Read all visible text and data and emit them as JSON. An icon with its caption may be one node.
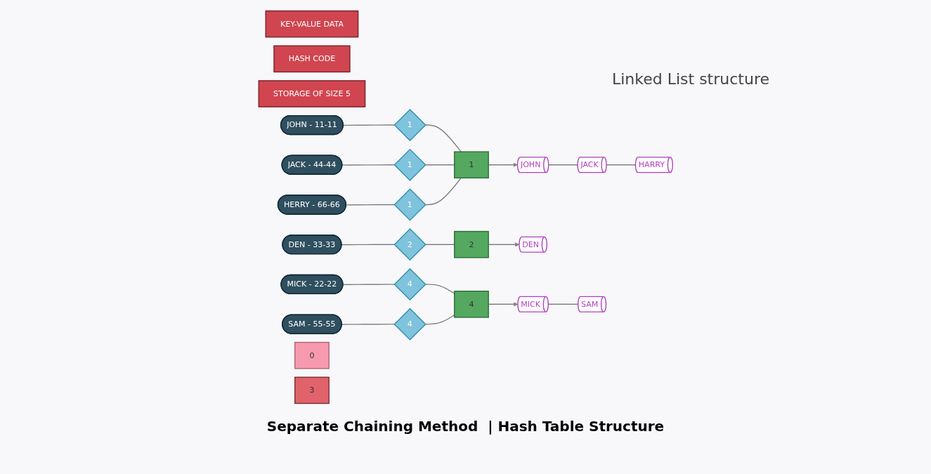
{
  "diagram": {
    "caption": "Separate Chaining Method  | Hash Table Structure",
    "nodes": [
      {
        "text": [
          "KEY-VALUE DATA"
        ]
      },
      {
        "text": [
          "HASH CODE"
        ]
      },
      {
        "text": [
          "STORAGE OF SIZE 5"
        ]
      },
      {
        "text": [
          "JOHN - 11-11"
        ]
      },
      {
        "text": [
          "MICK - 22-22"
        ]
      },
      {
        "text": [
          "DEN - 33-33"
        ]
      },
      {
        "text": [
          "JACK - 44-44"
        ]
      },
      {
        "text": [
          "SAM - 55-55"
        ]
      },
      {
        "text": [
          "HERRY - 66-66"
        ]
      },
      {
        "text": [
          "1"
        ]
      },
      {
        "text": [
          "4"
        ]
      },
      {
        "text": [
          "2"
        ]
      },
      {
        "text": [
          "1"
        ]
      },
      {
        "text": [
          "4"
        ]
      },
      {
        "text": [
          "1"
        ]
      },
      {
        "text": [
          "0"
        ]
      },
      {
        "text": [
          "1"
        ]
      },
      {
        "text": [
          "2"
        ]
      },
      {
        "text": [
          "3"
        ]
      },
      {
        "text": [
          "4"
        ]
      },
      {
        "text": [
          "JOHN"
        ]
      },
      {
        "text": [
          "JACK"
        ]
      },
      {
        "text": [
          "HARRY"
        ]
      },
      {
        "text": [
          "DEN"
        ]
      },
      {
        "text": [
          "MICK"
        ]
      },
      {
        "text": [
          "SAM"
        ]
      }
    ],
    "edges": [
      {
        "from": 3,
        "to": 9,
        "arrow": "none"
      },
      {
        "from": 4,
        "to": 10,
        "arrow": "none"
      },
      {
        "from": 5,
        "to": 11,
        "arrow": "none"
      },
      {
        "from": 6,
        "to": 12,
        "arrow": "none"
      },
      {
        "from": 7,
        "to": 13,
        "arrow": "none"
      },
      {
        "from": 8,
        "to": 14,
        "arrow": "none"
      },
      {
        "from": 9,
        "to": 16,
        "arrow": "none"
      },
      {
        "from": 10,
        "to": 19,
        "arrow": "none"
      },
      {
        "from": 11,
        "to": 17,
        "arrow": "none"
      },
      {
        "from": 12,
        "to": 16,
        "arrow": "none"
      },
      {
        "from": 13,
        "to": 19,
        "arrow": "none"
      },
      {
        "from": 14,
        "to": 16,
        "arrow": "none"
      },
      {
        "from": 16,
        "to": 20,
        "arrow": "to"
      },
      {
        "from": 17,
        "to": 23,
        "arrow": "to"
      },
      {
        "from": 19,
        "to": 24,
        "arrow": "to"
      },
      {
        "from": 20,
        "to": 21,
        "arrow": "none"
      },
      {
        "from": 21,
        "to": 22,
        "arrow": "none"
      },
      {
        "from": 24,
        "to": 25,
        "arrow": "none"
      }
    ],
    "labels": [
      "Linked List structure"
    ]
  }
}
